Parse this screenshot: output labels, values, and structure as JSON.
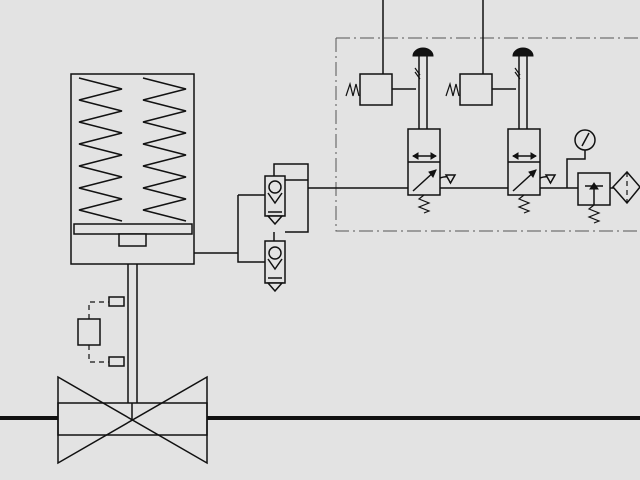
{
  "diagram": {
    "kind": "pneumatic actuator valve schematic",
    "colors": {
      "background": "#e3e3e3",
      "line": "#111111",
      "enclosure": "#555555"
    },
    "components": [
      {
        "id": "pipeline",
        "icon": "pipe"
      },
      {
        "id": "process-valve",
        "icon": "globe-valve-symbol"
      },
      {
        "id": "spring-actuator",
        "icon": "spring-return-cylinder"
      },
      {
        "id": "position-indicator",
        "icon": "limit-switch-box"
      },
      {
        "id": "check-valve-upper",
        "icon": "check-valve"
      },
      {
        "id": "check-valve-lower",
        "icon": "check-valve"
      },
      {
        "id": "solenoid-valve-left",
        "icon": "3-2-solenoid-valve"
      },
      {
        "id": "solenoid-valve-right",
        "icon": "3-2-solenoid-valve"
      },
      {
        "id": "pressure-regulator",
        "icon": "pressure-regulator"
      },
      {
        "id": "pressure-gauge",
        "icon": "gauge"
      },
      {
        "id": "air-filter",
        "icon": "filter"
      },
      {
        "id": "control-enclosure",
        "icon": "dash-dot-boundary"
      }
    ]
  }
}
